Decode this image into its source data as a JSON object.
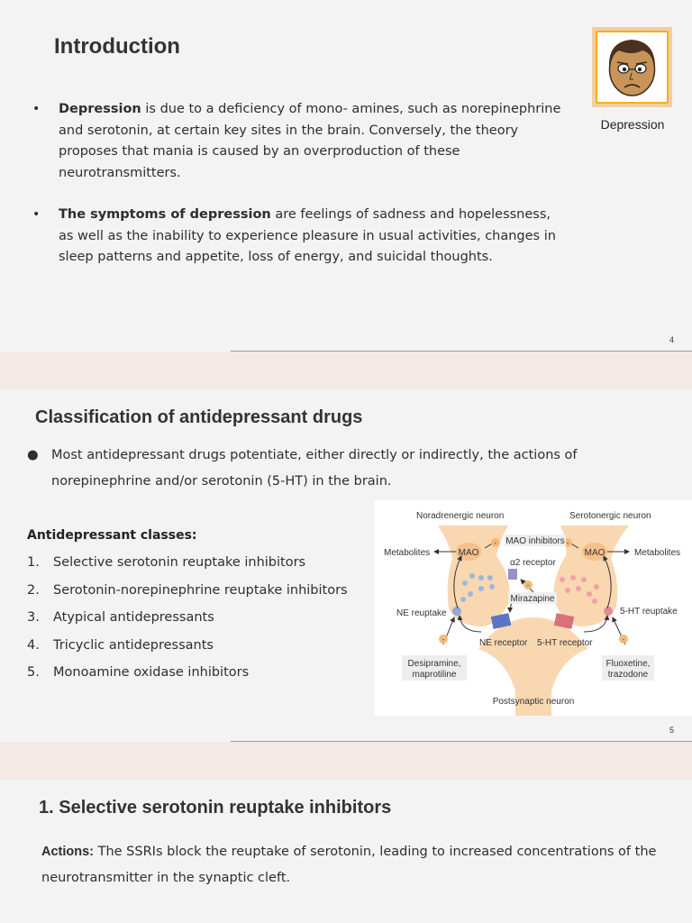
{
  "slide1": {
    "title": "Introduction",
    "bullets": [
      {
        "bold": "Depression",
        "text": " is due to a deficiency of mono- amines, such as norepinephrine and serotonin, at certain key sites in the brain. Conversely, the theory proposes that mania is caused by an overproduction of these neurotransmitters."
      },
      {
        "bold": "The symptoms of depression",
        "text": " are feelings of sadness and hopelessness, as well as the inability to experience pleasure in usual activities, changes in sleep patterns and appetite, loss of energy, and suicidal thoughts."
      }
    ],
    "image_label": "Depression",
    "page_number": "4",
    "bullet_glyph": "•"
  },
  "slide2": {
    "title": "Classification of antidepressant drugs",
    "lead": "Most antidepressant drugs potentiate, either directly or indirectly, the actions of norepinephrine and/or serotonin (5-HT) in the brain.",
    "bullet_glyph": "●",
    "classes_heading": "Antidepressant classes:",
    "classes": [
      {
        "n": "1.",
        "label": "Selective serotonin reuptake inhibitors"
      },
      {
        "n": "2.",
        "label": "Serotonin-norepinephrine reuptake inhibitors"
      },
      {
        "n": "3.",
        "label": "Atypical antidepressants"
      },
      {
        "n": "4.",
        "label": " Tricyclic antidepressants"
      },
      {
        "n": "5.",
        "label": " Monoamine oxidase inhibitors"
      }
    ],
    "diagram": {
      "noradrenergic": "Noradrenergic neuron",
      "serotonergic": "Serotonergic neuron",
      "metabolites_left": "Metabolites",
      "metabolites_right": "Metabolites",
      "mao_left": "MAO",
      "mao_right": "MAO",
      "mao_inhibitors": "MAO inhibitors",
      "alpha2": "α2 receptor",
      "mirazapine": "Mirazapine",
      "ne_reuptake": "NE reuptake",
      "ht_reuptake": "5-HT reuptake",
      "ne_receptor": "NE receptor",
      "ht_receptor": "5-HT receptor",
      "desipramine_1": "Desipramine,",
      "desipramine_2": "maprotiline",
      "fluoxetine_1": "Fluoxetine,",
      "fluoxetine_2": "trazodone",
      "postsynaptic": "Postsynaptic neuron",
      "minus": "-"
    },
    "page_number": "5"
  },
  "slide3": {
    "title": "1. Selective serotonin reuptake inhibitors",
    "actions_label": "Actions:",
    "actions_text": " The SSRIs block the reuptake of serotonin, leading to increased concentrations of the neurotransmitter in the synaptic cleft."
  },
  "colors": {
    "background": "#f3f3f3",
    "band": "#f5e9e6",
    "neuron": "#f9d7b0",
    "mao": "#f5c08a",
    "ne_dot": "#9ab8e0",
    "ht_dot": "#f0a0a8",
    "ne_receptor": "#5b74c4",
    "ht_receptor": "#d9707c"
  }
}
